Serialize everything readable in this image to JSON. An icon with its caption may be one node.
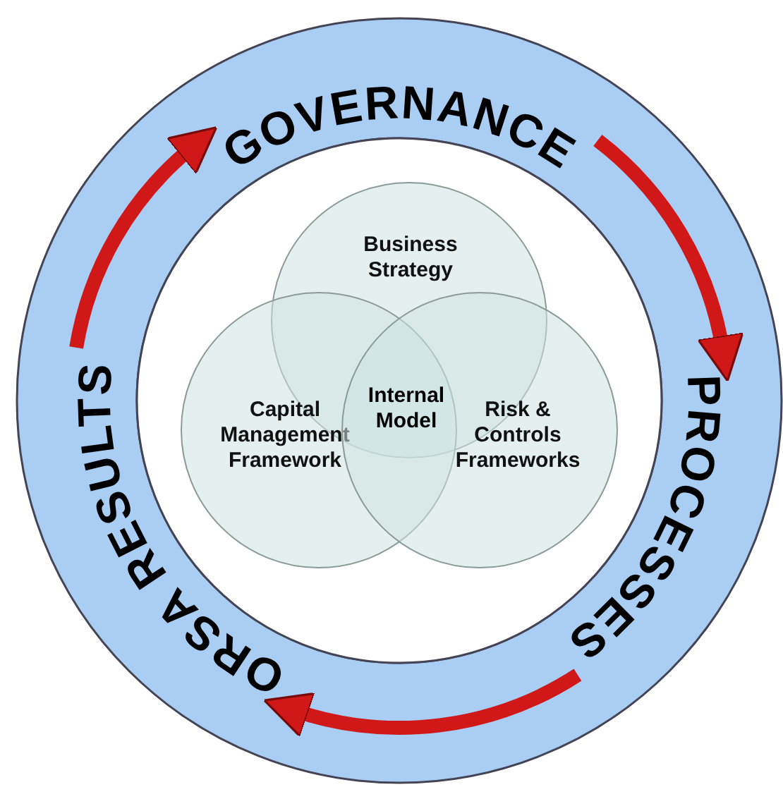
{
  "diagram": {
    "nodes": [
      {
        "text": [
          "GOVERNANCE"
        ]
      },
      {
        "text": [
          "PROCESSES"
        ]
      },
      {
        "text": [
          "ORSA RESULTS"
        ]
      },
      {
        "text": [
          "Business Strategy"
        ]
      },
      {
        "text": [
          "Capital Management Framework"
        ]
      },
      {
        "text": [
          "Risk & Controls Frameworks"
        ]
      }
    ],
    "edges": [
      {
        "from": 2,
        "to": 0,
        "arrow": "to"
      },
      {
        "from": 0,
        "to": 1,
        "arrow": "to"
      },
      {
        "from": 1,
        "to": 2,
        "arrow": "to"
      }
    ],
    "labels": [
      "Internal Model"
    ]
  }
}
